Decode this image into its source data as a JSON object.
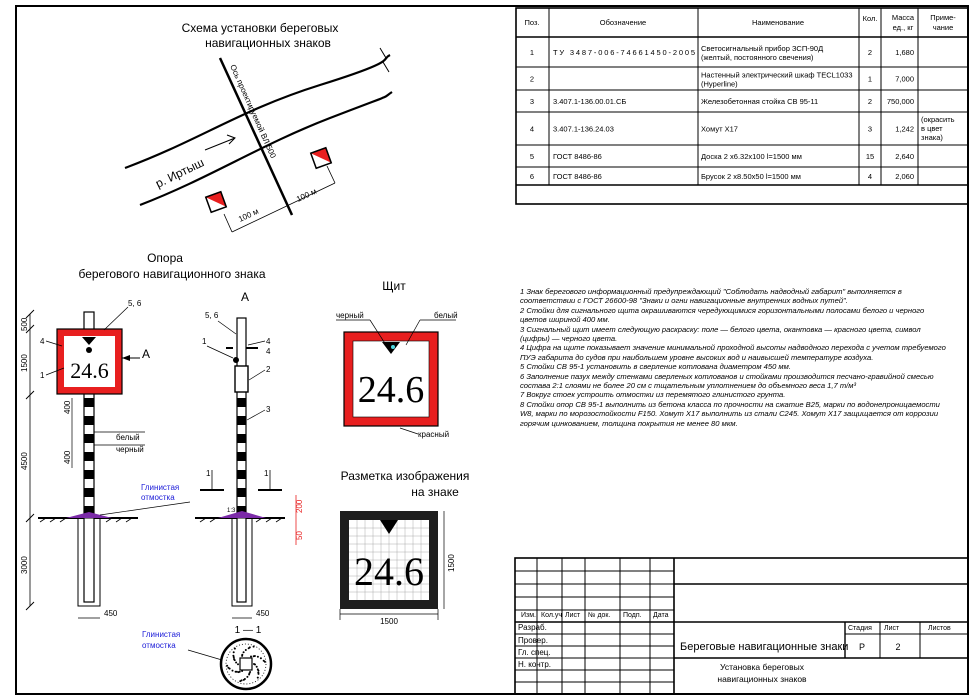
{
  "scheme": {
    "title_line1": "Схема установки береговых",
    "title_line2": "навигационных знаков",
    "river": "р. Иртыш",
    "axis": "Ось проектируемой ВЛ 500",
    "dim1": "100 м",
    "dim2": "100 м"
  },
  "support": {
    "title_line1": "Опора",
    "title_line2": "берегового навигационного знака",
    "view_label": "А",
    "arrow_label": "А",
    "leader_56": "5, 6",
    "leader_4": "4",
    "leader_1": "1",
    "leader_2": "2",
    "leader_3": "3",
    "white": "белый",
    "black": "черный",
    "clay_blind": "Глинистая отмостка",
    "dims": {
      "d500": "500",
      "d1500": "1500",
      "d4500": "4500",
      "d3000": "3000",
      "d400a": "400",
      "d400b": "400",
      "d450a": "450",
      "d450b": "450",
      "d50": "50",
      "d200": "200",
      "d13": "1:3"
    },
    "section_label": "1",
    "section_title": "1 — 1",
    "clay_blind2": "Глинистая отмостка"
  },
  "shield": {
    "title": "Щит",
    "number": "24.6",
    "black": "черный",
    "white": "белый",
    "red": "красный"
  },
  "marking": {
    "title_line1": "Разметка изображения",
    "title_line2": "на знаке",
    "number": "24.6",
    "dim_w": "1500",
    "dim_h": "1500"
  },
  "spec": {
    "headers": [
      "Поз.",
      "Обозначение",
      "Наименование",
      "Кол.",
      "Масса ед., кг",
      "Примечание"
    ],
    "rows": [
      [
        "1",
        "ТУ 3487-006-74661450-2005",
        "Светосигнальный прибор ЗСП-90Д (желтый, постоянного свечения)",
        "2",
        "1,680",
        ""
      ],
      [
        "2",
        "",
        "Настенный электрический шкаф TECL1033 (Hyperline)",
        "1",
        "7,000",
        ""
      ],
      [
        "3",
        "3.407.1-136.00.01.СБ",
        "Железобетонная стойка СВ 95-11",
        "2",
        "750,000",
        ""
      ],
      [
        "4",
        "3.407.1-136.24.03",
        "Хомут Х17",
        "3",
        "1,242",
        "(окрасить в цвет знака)"
      ],
      [
        "5",
        "ГОСТ 8486-86",
        "Доска 2 х6.32х100 l=1500 мм",
        "15",
        "2,640",
        ""
      ],
      [
        "6",
        "ГОСТ 8486-86",
        "Брусок 2 х8.50х50 l=1500 мм",
        "4",
        "2,060",
        ""
      ]
    ]
  },
  "notes": [
    "1 Знак берегового информационный предупреждающий \"Соблюдать надводный габарит\" выполняется в соответствии с ГОСТ 26600-98 \"Знаки и огни навигационные внутренних водных путей\".",
    "2 Стойки для сигнального щита окрашиваются чередующимися горизонтальными полосами белого и черного цветов шириной 400 мм.",
    "3 Сигнальный щит имеет следующую раскраску: поле — белого цвета, окантовка — красного цвета, символ (цифры) — черного цвета.",
    "4 Цифра на щите показывает значение минимальной проходной высоты надводного перехода с учетом требуемого ПУЭ габарита до судов при наибольшем уровне высоких вод и наивысшей температуре воздуха.",
    "5 Стойки СВ 95-1 установить в сверление котлована диаметром 450 мм.",
    "6 Заполнение пазух между стенками сверленых котлованов и стойками производится песчано-гравийной смесью состава 2:1 слоями не более 20 см с тщательным уплотнением до объемного веса 1,7 т/м³",
    "7 Вокруг стоек устроить отмостки из перемятого глинистого грунта.",
    "8 Стойки опор СВ 95-1 выполнить из бетона класса по прочности на сжатие В25, марки по водонепроницаемости W8, марки по морозостойкости F150. Хомут Х17 выполнить из стали С245. Хомут Х17 защищается от коррозии горячим цинкованием, толщина покрытия не менее 80 мкм."
  ],
  "stamp": {
    "row_labels": [
      "Изм.",
      "Кол.уч",
      "Лист",
      "№ док.",
      "Подп.",
      "Дата"
    ],
    "roles": [
      "Разраб.",
      "Провер.",
      "Гл. спец.",
      "Н. контр."
    ],
    "title": "Береговые навигационные знаки",
    "stage_label": "Стадия",
    "sheet_label": "Лист",
    "sheets_label": "Листов",
    "stage": "Р",
    "sheet": "2",
    "drawing": "Установка береговых навигационных знаков"
  }
}
